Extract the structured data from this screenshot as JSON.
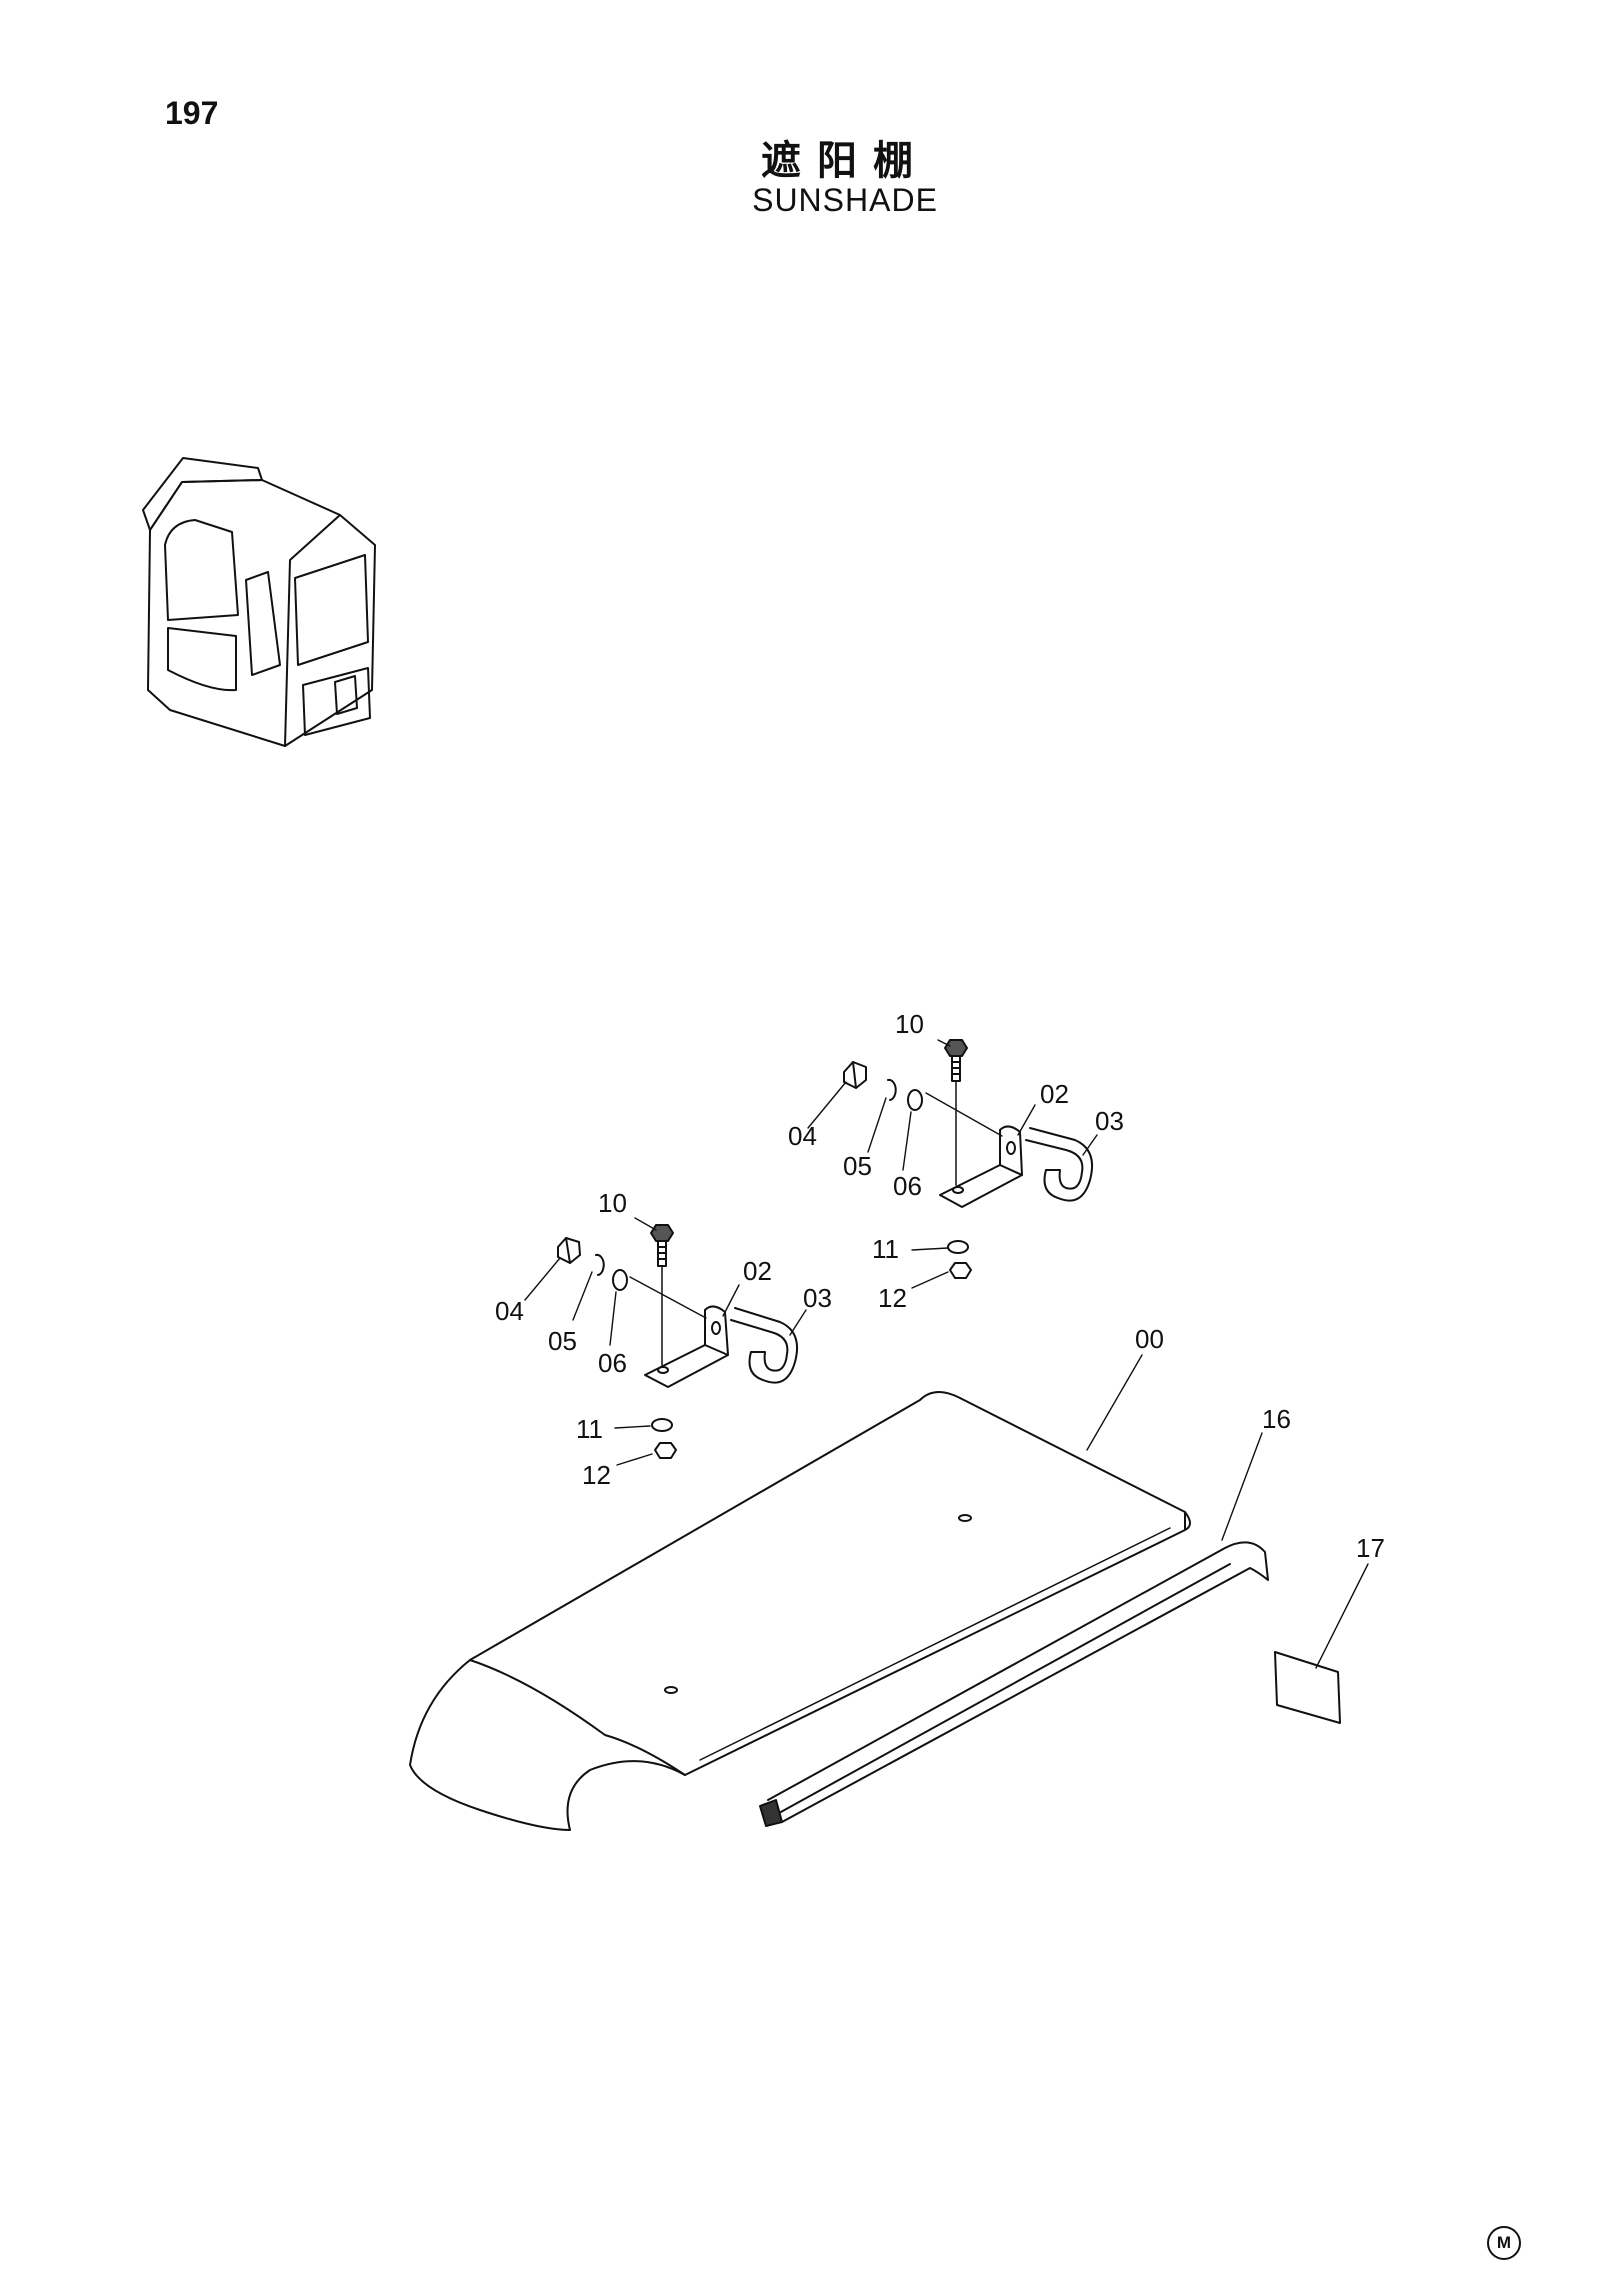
{
  "header": {
    "page_number": "197",
    "title_cn": "遮阳棚",
    "title_en": "SUNSHADE"
  },
  "callouts": {
    "upper": {
      "bolt": "10",
      "bracket": "02",
      "u_bolt": "03",
      "cap_nut": "04",
      "spring_washer": "05",
      "washer": "06",
      "lower_washer": "11",
      "nut": "12"
    },
    "lower": {
      "bolt": "10",
      "bracket": "02",
      "u_bolt": "03",
      "cap_nut": "04",
      "spring_washer": "05",
      "washer": "06",
      "lower_washer": "11",
      "nut": "12"
    },
    "sunshade": "00",
    "seal": "16",
    "label": "17"
  },
  "footer": {
    "mark": "M"
  }
}
